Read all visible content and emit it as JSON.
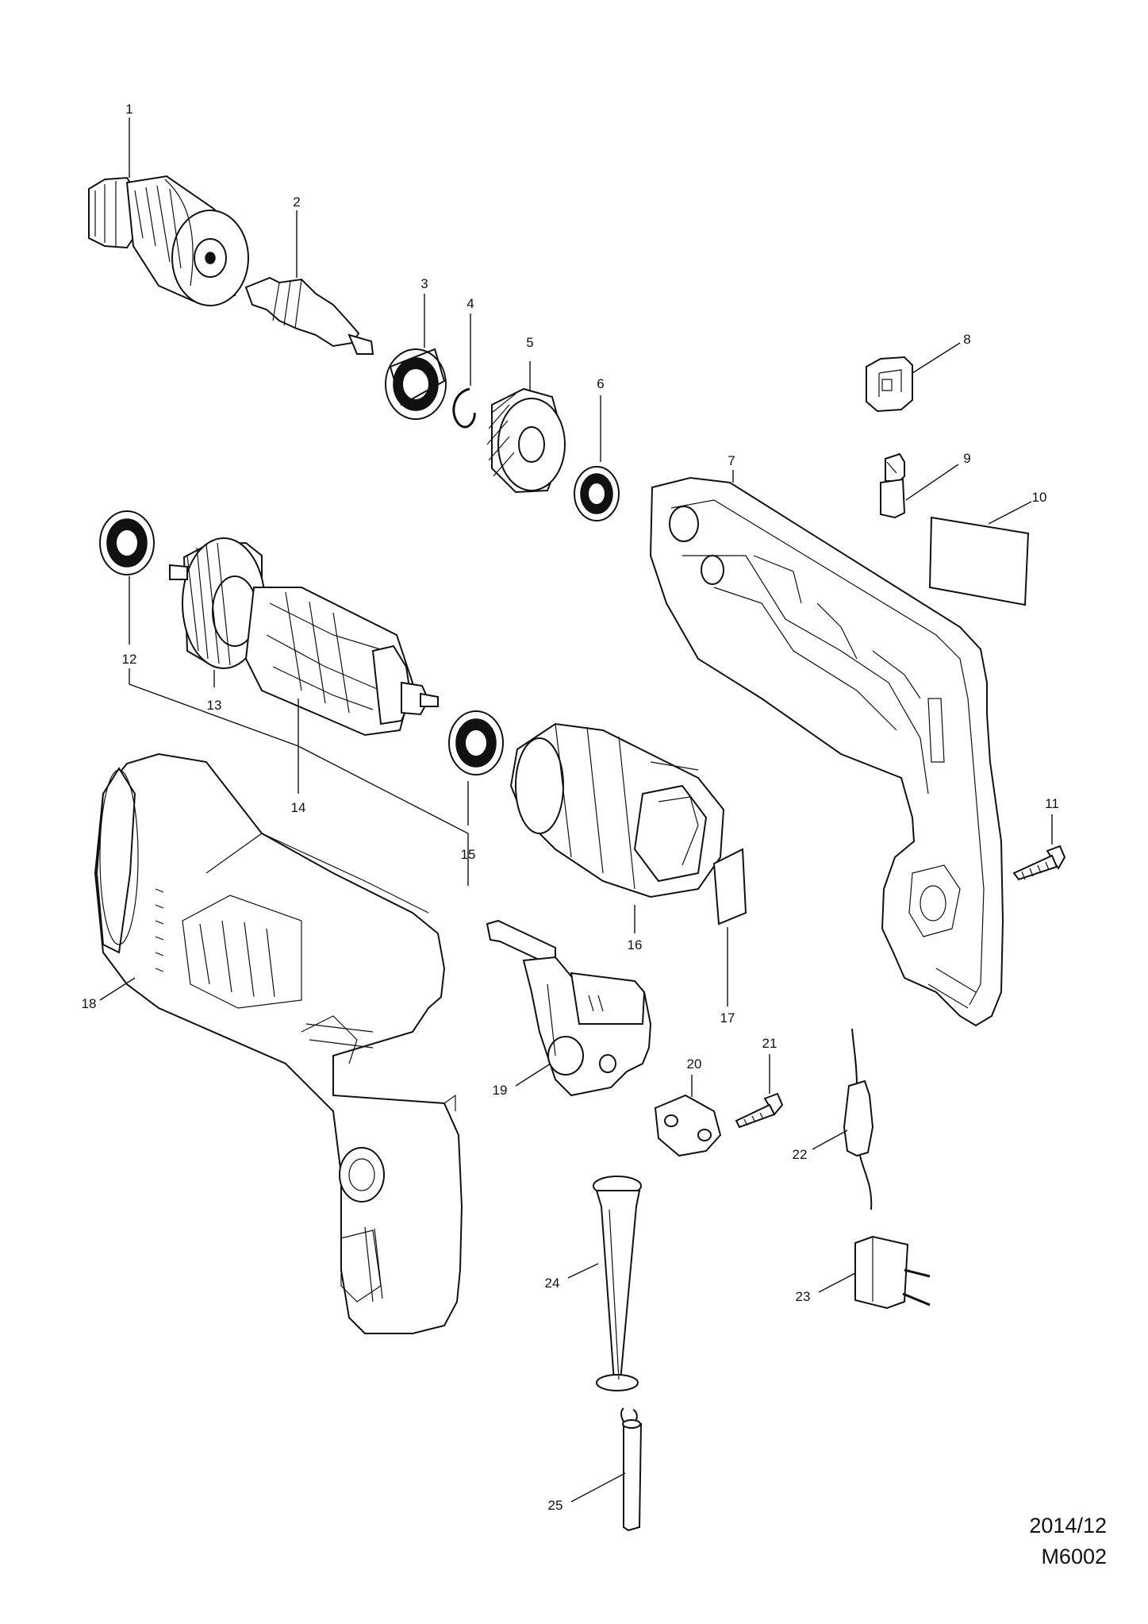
{
  "callouts": [
    {
      "id": "1",
      "text": "1"
    },
    {
      "id": "2",
      "text": "2"
    },
    {
      "id": "3",
      "text": "3"
    },
    {
      "id": "4",
      "text": "4"
    },
    {
      "id": "5",
      "text": "5"
    },
    {
      "id": "6",
      "text": "6"
    },
    {
      "id": "7",
      "text": "7"
    },
    {
      "id": "8",
      "text": "8"
    },
    {
      "id": "9",
      "text": "9"
    },
    {
      "id": "10",
      "text": "10"
    },
    {
      "id": "11",
      "text": "11"
    },
    {
      "id": "12",
      "text": "12"
    },
    {
      "id": "13",
      "text": "13"
    },
    {
      "id": "14",
      "text": "14"
    },
    {
      "id": "15",
      "text": "15"
    },
    {
      "id": "16",
      "text": "16"
    },
    {
      "id": "17",
      "text": "17"
    },
    {
      "id": "18",
      "text": "18"
    },
    {
      "id": "19",
      "text": "19"
    },
    {
      "id": "20",
      "text": "20"
    },
    {
      "id": "21",
      "text": "21"
    },
    {
      "id": "22",
      "text": "22"
    },
    {
      "id": "23",
      "text": "23"
    },
    {
      "id": "24",
      "text": "24"
    },
    {
      "id": "25",
      "text": "25"
    }
  ],
  "footer": {
    "revision": "2014/12",
    "model": "M6002"
  }
}
